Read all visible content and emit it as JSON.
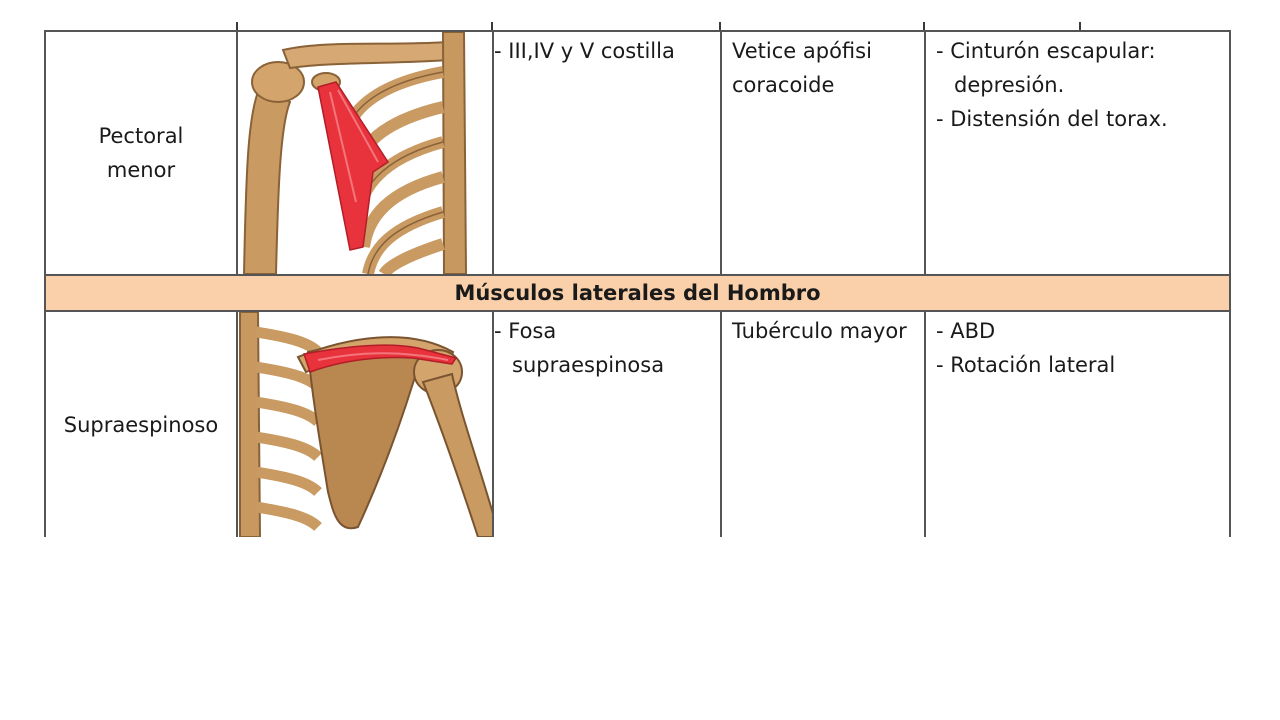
{
  "section": {
    "title": "Músculos laterales del Hombro"
  },
  "rows": [
    {
      "name_line1": "Pectoral",
      "name_line2": "menor",
      "origin": "- III,IV y V costilla",
      "insertion": "Vetice apófisi coracoide",
      "actions": [
        "- Cinturón escapular: depresión.",
        "- Distensión del torax."
      ],
      "illustration_icon": "pectoral-minor-illustration"
    },
    {
      "name_line1": "Supraespinoso",
      "name_line2": "",
      "origin": "- Fosa supraespinosa",
      "insertion": "Tubérculo mayor",
      "actions": [
        "- ABD",
        "- Rotación lateral"
      ],
      "illustration_icon": "supraspinatus-illustration"
    }
  ],
  "colors": {
    "section_fill": "#f9d0aa",
    "bone": "#c99a62",
    "muscle": "#e8323c",
    "grid": "#555555"
  }
}
